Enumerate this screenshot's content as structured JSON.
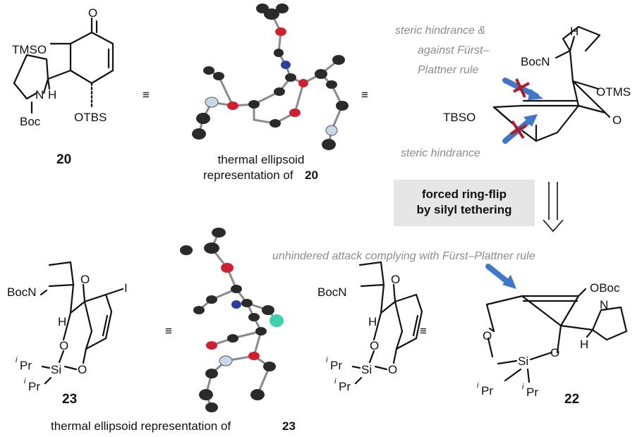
{
  "colors": {
    "ink": "#111111",
    "note_gray": "#8c8c8c",
    "arrow_blue": "#3f78c9",
    "cross_red": "#b11a2a",
    "box_gray": "#e6e6e6",
    "oxygen": "#d02030",
    "nitrogen": "#2a3fa0",
    "silicon": "#c8d8e8",
    "iodine": "#3fd0b0"
  },
  "top_left": {
    "labels": {
      "tmso": "TMSO",
      "o": "O",
      "n": "N",
      "h": "H",
      "boc": "Boc",
      "otbs": "OTBS"
    },
    "compound_number": "20"
  },
  "equiv": "≡",
  "ellipsoid_20": {
    "caption_line1": "thermal ellipsoid",
    "caption_line2": "representation of ",
    "caption_num": "20"
  },
  "top_right": {
    "note_top_l1": "steric hindrance &",
    "note_top_l2": "against Fürst–",
    "note_top_l3": "Plattner rule",
    "note_bottom": "steric hindrance",
    "labels": {
      "h": "H",
      "bocn": "BocN",
      "otms": "OTMS",
      "tbso": "TBSO",
      "o": "O"
    }
  },
  "ring_flip": {
    "line1": "forced ring-flip",
    "line2": "by silyl tethering"
  },
  "unhindered_note": "unhindered attack complying with Fürst–Plattner rule",
  "bottom_left": {
    "labels": {
      "bocn": "BocN",
      "o": "O",
      "i": "I",
      "h": "H",
      "o2": "O",
      "si": "Si",
      "o3": "O",
      "ipr": "Pr",
      "i_sup": "i"
    },
    "compound_number": "23"
  },
  "ellipsoid_23": {
    "caption": "thermal ellipsoid representation of ",
    "caption_num": "23"
  },
  "bottom_mid": {
    "labels": {
      "bocn": "BocN",
      "o": "O",
      "h": "H",
      "o2": "O",
      "si": "Si",
      "o3": "O",
      "ipr": "Pr",
      "i_sup": "i"
    }
  },
  "bottom_right": {
    "labels": {
      "oboc": "OBoc",
      "n": "N",
      "h": "H",
      "o": "O",
      "si": "Si",
      "o2": "O",
      "ipr": "Pr",
      "i_sup": "i"
    },
    "compound_number": "22"
  }
}
